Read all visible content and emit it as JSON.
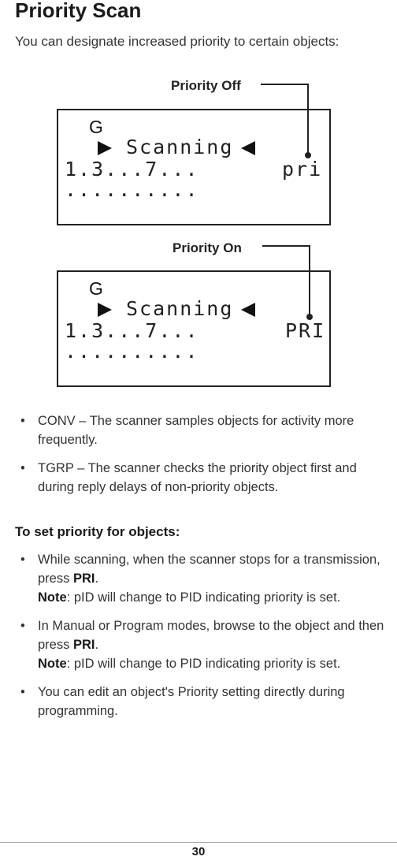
{
  "title": "Priority Scan",
  "intro": "You can designate increased priority to certain objects:",
  "displays": [
    {
      "label": "Priority Off",
      "g": "G",
      "status": "Scanning",
      "row1_left": "1.3...7...",
      "row1_right": "pri",
      "row2": ".........."
    },
    {
      "label": "Priority On",
      "g": "G",
      "status": "Scanning",
      "row1_left": "1.3...7...",
      "row1_right": "PRI",
      "row2": ".........."
    }
  ],
  "modes": [
    "CONV – The scanner samples objects for activity more frequently.",
    "TGRP – The scanner checks the priority object first and during reply delays of non-priority objects."
  ],
  "steps_heading": "To set priority for objects:",
  "steps": [
    {
      "pre": "While scanning, when the scanner stops for a transmission, press ",
      "key": "PRI",
      "post": ".",
      "note_label": "Note",
      "note_text": ": pID will change to PID indicating priority is set."
    },
    {
      "pre": "In Manual or Program modes, browse to the object and then press ",
      "key": "PRI",
      "post": ".",
      "note_label": "Note",
      "note_text": ": pID will change to PID indicating priority is set."
    },
    {
      "pre": "You can edit an object's Priority setting directly during programming."
    }
  ],
  "page_number": "30"
}
